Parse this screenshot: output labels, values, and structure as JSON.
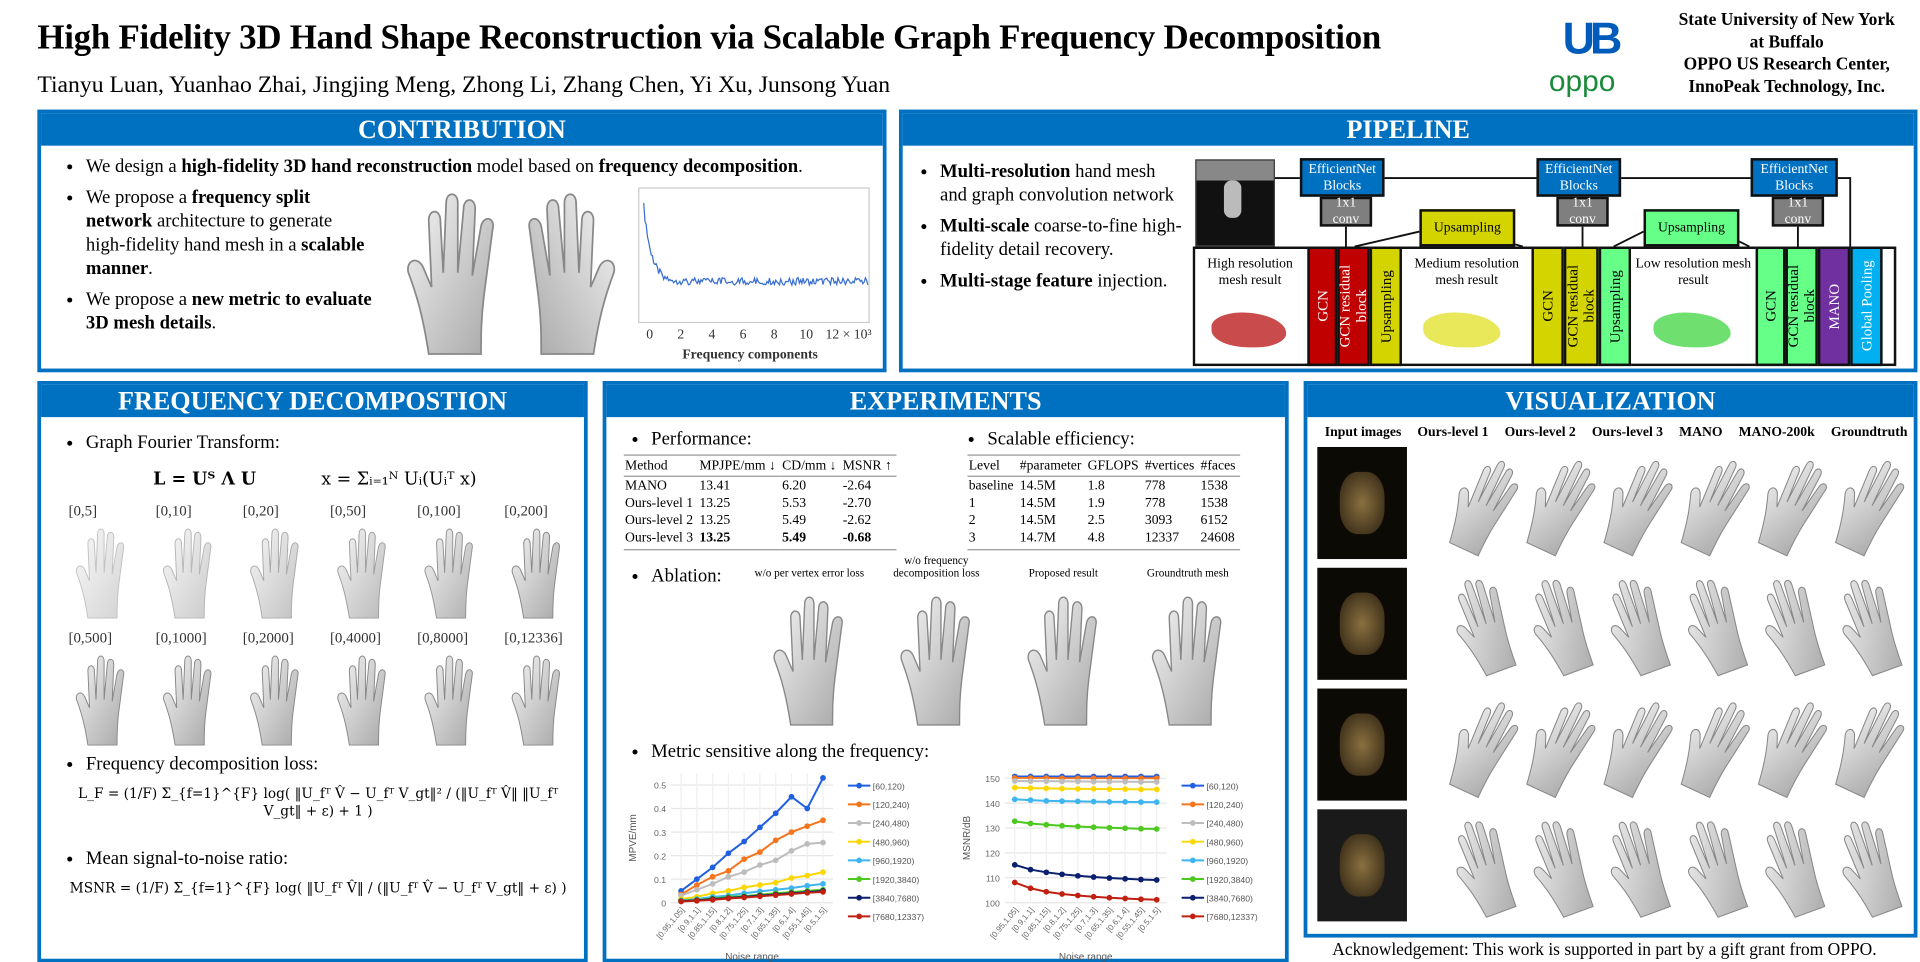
{
  "header": {
    "title": "High Fidelity 3D Hand Shape Reconstruction  via Scalable Graph Frequency Decomposition",
    "authors": "Tianyu Luan, Yuanhao Zhai, Jingjing Meng, Zhong Li, Zhang Chen, Yi Xu, Junsong Yuan",
    "logos": {
      "ub": "UB",
      "oppo": "oppo"
    },
    "affiliation_1_line1": "State University  of New York",
    "affiliation_1_line2": "at Buffalo",
    "affiliation_2_line1": "OPPO US Research Center,",
    "affiliation_2_line2": "InnoPeak Technology, Inc."
  },
  "colors": {
    "accent": "#0070C0",
    "ub_blue": "#005BBB",
    "oppo_green": "#1B8A3A"
  },
  "contribution": {
    "title": "CONTRIBUTION",
    "b1_pre": "We design a ",
    "b1_bold1": "high-fidelity 3D hand reconstruction",
    "b1_mid": " model based on ",
    "b1_bold2": "frequency decomposition",
    "b1_post": ".",
    "b2_pre": "We propose a ",
    "b2_bold1": "frequency split network",
    "b2_mid": " architecture to generate high-fidelity hand mesh in a ",
    "b2_bold2": "scalable manner",
    "b2_post": ".",
    "b3_pre": "We propose a ",
    "b3_bold": "new metric to evaluate 3D mesh details",
    "b3_post": ".",
    "spectrum_ticks": [
      "0",
      "2",
      "4",
      "6",
      "8",
      "10",
      "12 × 10³"
    ],
    "spectrum_xlabel": "Frequency components"
  },
  "pipeline": {
    "title": "PIPELINE",
    "b1_bold": "Multi-resolution",
    "b1_rest": " hand mesh and graph convolution network",
    "b2_bold": "Multi-scale",
    "b2_rest": " coarse-to-fine high-fidelity detail recovery.",
    "b3_bold": "Multi-stage feature",
    "b3_rest": " injection.",
    "diagram": {
      "efficientnet": "EfficientNet Blocks",
      "conv": "1x1 conv",
      "upsampling": "Upsampling",
      "high_res": "High resolution mesh result",
      "medium_res": "Medium resolution mesh result",
      "low_res": "Low resolution mesh result",
      "gcn": "GCN",
      "gcn_res": "GCN residual block",
      "mano": "MANO",
      "global_pooling": "Global Pooling"
    }
  },
  "frequency": {
    "title": "FREQUENCY DECOMPOSTION",
    "gft_label": "Graph Fourier Transform:",
    "eq1": "L = Uᵀ Λ U",
    "eq2": "x = Σᵢ₌₁ᴺ Uᵢ(Uᵢᵀ x)",
    "row1": [
      "[0,5]",
      "[0,10]",
      "[0,20]",
      "[0,50]",
      "[0,100]",
      "[0,200]"
    ],
    "row2": [
      "[0,500]",
      "[0,1000]",
      "[0,2000]",
      "[0,4000]",
      "[0,8000]",
      "[0,12336]"
    ],
    "loss_label": "Frequency decomposition loss:",
    "loss_eq": "L_F = (1/F) Σ_{f=1}^{F} log( ‖U_fᵀ V̂ − U_fᵀ V_gt‖² / (‖U_fᵀ V̂‖ ‖U_fᵀ V_gt‖ + ε) + 1 )",
    "msnr_label": "Mean signal-to-noise ratio:",
    "msnr_eq": "MSNR = (1/F) Σ_{f=1}^{F} log( ‖U_fᵀ V̂‖ / (‖U_fᵀ V̂ − U_fᵀ V_gt‖ + ε) )"
  },
  "experiments": {
    "title": "EXPERIMENTS",
    "performance_label": "Performance:",
    "performance_table": {
      "headers": [
        "Method",
        "MPJPE/mm ↓",
        "CD/mm ↓",
        "MSNR ↑"
      ],
      "rows": [
        [
          "MANO",
          "13.41",
          "6.20",
          "-2.64"
        ],
        [
          "Ours-level 1",
          "13.25",
          "5.53",
          "-2.70"
        ],
        [
          "Ours-level 2",
          "13.25",
          "5.49",
          "-2.62"
        ],
        [
          "Ours-level 3",
          "13.25",
          "5.49",
          "-0.68"
        ]
      ]
    },
    "scalable_label": "Scalable efficiency:",
    "scalable_table": {
      "headers": [
        "Level",
        "#parameter",
        "GFLOPS",
        "#vertices",
        "#faces"
      ],
      "rows": [
        [
          "baseline",
          "14.5M",
          "1.8",
          "778",
          "1538"
        ],
        [
          "1",
          "14.5M",
          "1.9",
          "778",
          "1538"
        ],
        [
          "2",
          "14.5M",
          "2.5",
          "3093",
          "6152"
        ],
        [
          "3",
          "14.7M",
          "4.8",
          "12337",
          "24608"
        ]
      ]
    },
    "ablation_label": "Ablation:",
    "ablation_captions": [
      "w/o per vertex error loss",
      "w/o frequency decomposition loss",
      "Proposed result",
      "Groundtruth mesh"
    ],
    "metric_label": "Metric sensitive along the frequency:"
  },
  "visualization": {
    "title": "VISUALIZATION",
    "columns": [
      "Input images",
      "Ours-level 1",
      "Ours-level 2",
      "Ours-level 3",
      "MANO",
      "MANO-200k",
      "Groundtruth"
    ]
  },
  "acknowledgement": "Acknowledgement: This work is supported in part by a gift grant from OPPO.",
  "chart_data": [
    {
      "type": "line",
      "xlabel": "Noise range",
      "ylabel": "MPVE/mm",
      "ylim": [
        0,
        0.55
      ],
      "yticks": [
        0,
        0.1,
        0.2,
        0.3,
        0.4,
        0.5
      ],
      "ytick_labels": [
        "0",
        "0.1",
        "0.2",
        "0.3",
        "0.4",
        "0.5"
      ],
      "grid": true,
      "legend": "right",
      "categories": [
        "[0.95,1.05]",
        "[0.9,1.1]",
        "[0.85,1.15]",
        "[0.8,1.2]",
        "[0.75,1.25]",
        "[0.7,1.3]",
        "[0.65,1.35]",
        "[0.6,1.4]",
        "[0.55,1.45]",
        "[0.5,1.5]"
      ],
      "series": [
        {
          "name": "[60,120)",
          "color": "#1F5FE0",
          "values": [
            0.05,
            0.1,
            0.15,
            0.21,
            0.26,
            0.32,
            0.38,
            0.45,
            0.4,
            0.53
          ]
        },
        {
          "name": "[120,240)",
          "color": "#F5741E",
          "values": [
            0.035,
            0.075,
            0.11,
            0.135,
            0.185,
            0.215,
            0.265,
            0.3,
            0.325,
            0.35
          ]
        },
        {
          "name": "[240,480)",
          "color": "#BDBDBD",
          "values": [
            0.03,
            0.055,
            0.08,
            0.11,
            0.13,
            0.16,
            0.18,
            0.22,
            0.25,
            0.255
          ]
        },
        {
          "name": "[480,960)",
          "color": "#FFD700",
          "values": [
            0.015,
            0.025,
            0.04,
            0.05,
            0.065,
            0.075,
            0.085,
            0.105,
            0.115,
            0.13
          ]
        },
        {
          "name": "[960,1920)",
          "color": "#3DB5F0",
          "values": [
            0.01,
            0.015,
            0.025,
            0.03,
            0.04,
            0.048,
            0.055,
            0.062,
            0.072,
            0.08
          ]
        },
        {
          "name": "[1920,3840)",
          "color": "#4CC81E",
          "values": [
            0.008,
            0.012,
            0.018,
            0.024,
            0.028,
            0.034,
            0.04,
            0.045,
            0.05,
            0.055
          ]
        },
        {
          "name": "[3840,7680)",
          "color": "#0A1F6E",
          "values": [
            0.006,
            0.01,
            0.015,
            0.02,
            0.025,
            0.03,
            0.035,
            0.04,
            0.045,
            0.05
          ]
        },
        {
          "name": "[7680,12337)",
          "color": "#C0200F",
          "values": [
            0.005,
            0.008,
            0.012,
            0.018,
            0.022,
            0.027,
            0.032,
            0.037,
            0.042,
            0.046
          ]
        }
      ]
    },
    {
      "type": "line",
      "xlabel": "Noise range",
      "ylabel": "MSNR/dB",
      "ylim": [
        100,
        152
      ],
      "yticks": [
        100,
        110,
        120,
        130,
        140,
        150
      ],
      "ytick_labels": [
        "100",
        "110",
        "120",
        "130",
        "140",
        "150"
      ],
      "grid": true,
      "legend": "right",
      "categories": [
        "[0.95,1.05]",
        "[0.9,1.1]",
        "[0.85,1.15]",
        "[0.8,1.2]",
        "[0.75,1.25]",
        "[0.7,1.3]",
        "[0.65,1.35]",
        "[0.6,1.4]",
        "[0.55,1.45]",
        "[0.5,1.5]"
      ],
      "series": [
        {
          "name": "[60,120)",
          "color": "#1F5FE0",
          "values": [
            150.7,
            150.7,
            150.7,
            150.7,
            150.7,
            150.7,
            150.7,
            150.7,
            150.7,
            150.7
          ]
        },
        {
          "name": "[120,240)",
          "color": "#F5741E",
          "values": [
            150.1,
            150.1,
            150.1,
            150.0,
            150.0,
            150.0,
            150.0,
            150.0,
            150.0,
            150.0
          ]
        },
        {
          "name": "[240,480)",
          "color": "#BDBDBD",
          "values": [
            148.9,
            148.8,
            148.8,
            148.7,
            148.7,
            148.6,
            148.6,
            148.6,
            148.5,
            148.5
          ]
        },
        {
          "name": "[480,960)",
          "color": "#FFD700",
          "values": [
            146.2,
            146.0,
            145.9,
            145.8,
            145.7,
            145.7,
            145.6,
            145.6,
            145.5,
            145.5
          ]
        },
        {
          "name": "[960,1920)",
          "color": "#3DB5F0",
          "values": [
            141.5,
            141.2,
            140.9,
            140.8,
            140.7,
            140.6,
            140.5,
            140.5,
            140.4,
            140.4
          ]
        },
        {
          "name": "[1920,3840)",
          "color": "#4CC81E",
          "values": [
            132.7,
            131.8,
            131.3,
            130.9,
            130.6,
            130.3,
            130.1,
            129.9,
            129.7,
            129.6
          ]
        },
        {
          "name": "[3840,7680)",
          "color": "#0A1F6E",
          "values": [
            115.2,
            113.3,
            112.2,
            111.4,
            110.8,
            110.3,
            109.9,
            109.6,
            109.3,
            109.1
          ]
        },
        {
          "name": "[7680,12337)",
          "color": "#C0200F",
          "values": [
            108.1,
            105.8,
            104.4,
            103.5,
            102.9,
            102.4,
            102.0,
            101.7,
            101.4,
            101.2
          ]
        }
      ]
    }
  ]
}
